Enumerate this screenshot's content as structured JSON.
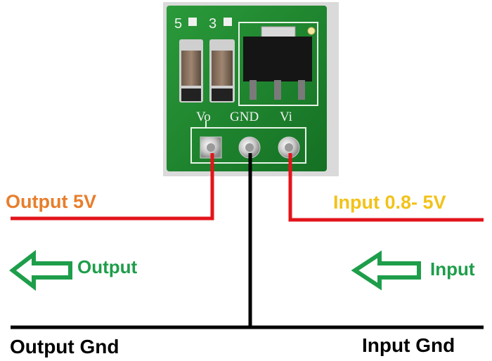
{
  "board": {
    "silk_top_left": "5",
    "silk_top_mid": "3",
    "pin_labels": [
      "Vo",
      "GND",
      "Vi"
    ]
  },
  "labels": {
    "output_voltage": "Output 5V",
    "input_voltage": "Input 0.8- 5V",
    "output_arrow": "Output",
    "input_arrow": "Input",
    "output_gnd": "Output Gnd",
    "input_gnd": "Input Gnd"
  },
  "colors": {
    "output_voltage_text": "#e87e2c",
    "input_voltage_text": "#f2c21a",
    "arrow_green": "#1e9e4a",
    "wire_red": "#e3141b",
    "wire_black": "#000000",
    "pcb_green": "#1f8a2e",
    "ground_text": "#000000"
  },
  "icons": {
    "output_arrow": "left-arrow-outline-icon",
    "input_arrow": "left-arrow-outline-icon"
  }
}
